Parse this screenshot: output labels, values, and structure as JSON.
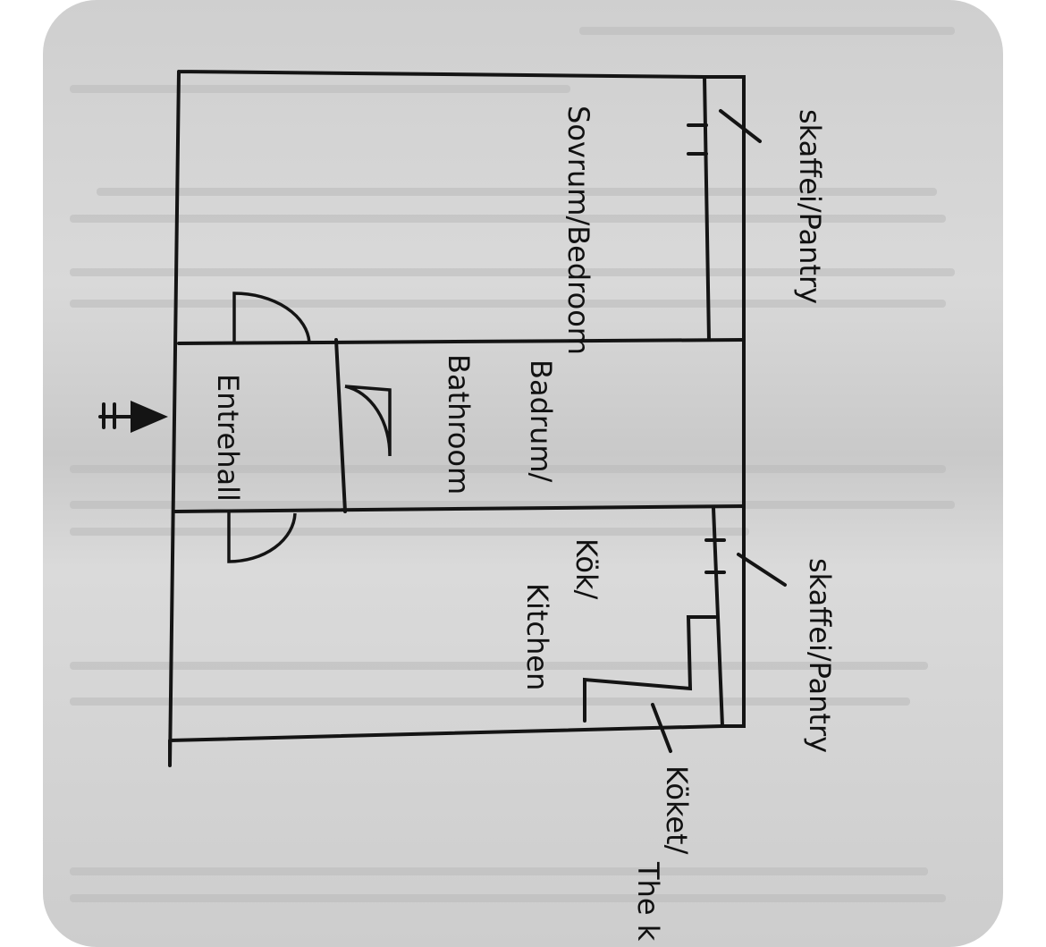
{
  "labels": {
    "pantry_top": "skaffei/Pantry",
    "bedroom": "Sovrum/Bedroom",
    "bathroom_sv": "Badrum/",
    "bathroom_en": "Bathroom",
    "hall": "Entrehall",
    "kitchen_sv": "Kök/",
    "kitchen_en": "Kitchen",
    "pantry_bottom": "skaffei/Pantry",
    "kitchenette": "Köket/",
    "kitchenette_cut": "The k"
  }
}
